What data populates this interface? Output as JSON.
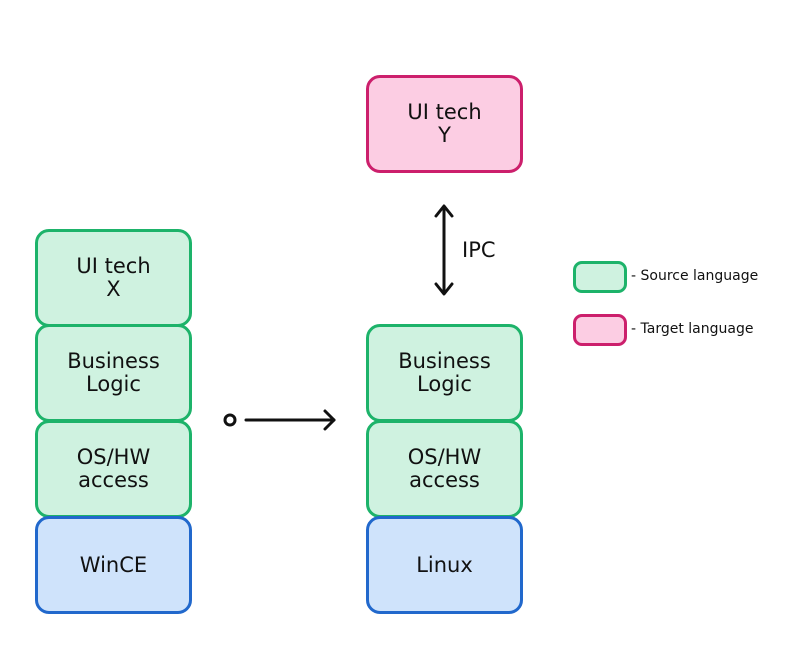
{
  "left_stack": {
    "boxes": [
      {
        "label": "UI tech\nX",
        "kind": "source"
      },
      {
        "label": "Business\nLogic",
        "kind": "source"
      },
      {
        "label": "OS/HW\naccess",
        "kind": "source"
      },
      {
        "label": "WinCE",
        "kind": "platform"
      }
    ]
  },
  "right_stack": {
    "top_box": {
      "label": "UI tech\nY",
      "kind": "target"
    },
    "ipc_label": "IPC",
    "boxes": [
      {
        "label": "Business\nLogic",
        "kind": "source"
      },
      {
        "label": "OS/HW\naccess",
        "kind": "source"
      },
      {
        "label": "Linux",
        "kind": "platform"
      }
    ]
  },
  "legend": {
    "items": [
      {
        "label": "- Source language",
        "color": "#1db36a",
        "fill": "#cff2e0"
      },
      {
        "label": "- Target language",
        "color": "#cc1f6c",
        "fill": "#fccde3"
      }
    ]
  },
  "colors": {
    "source_border": "#1db36a",
    "source_fill": "#cff2e0",
    "target_border": "#cc1f6c",
    "target_fill": "#fccde3",
    "platform_border": "#2168cc",
    "platform_fill": "#cfe3fb"
  }
}
